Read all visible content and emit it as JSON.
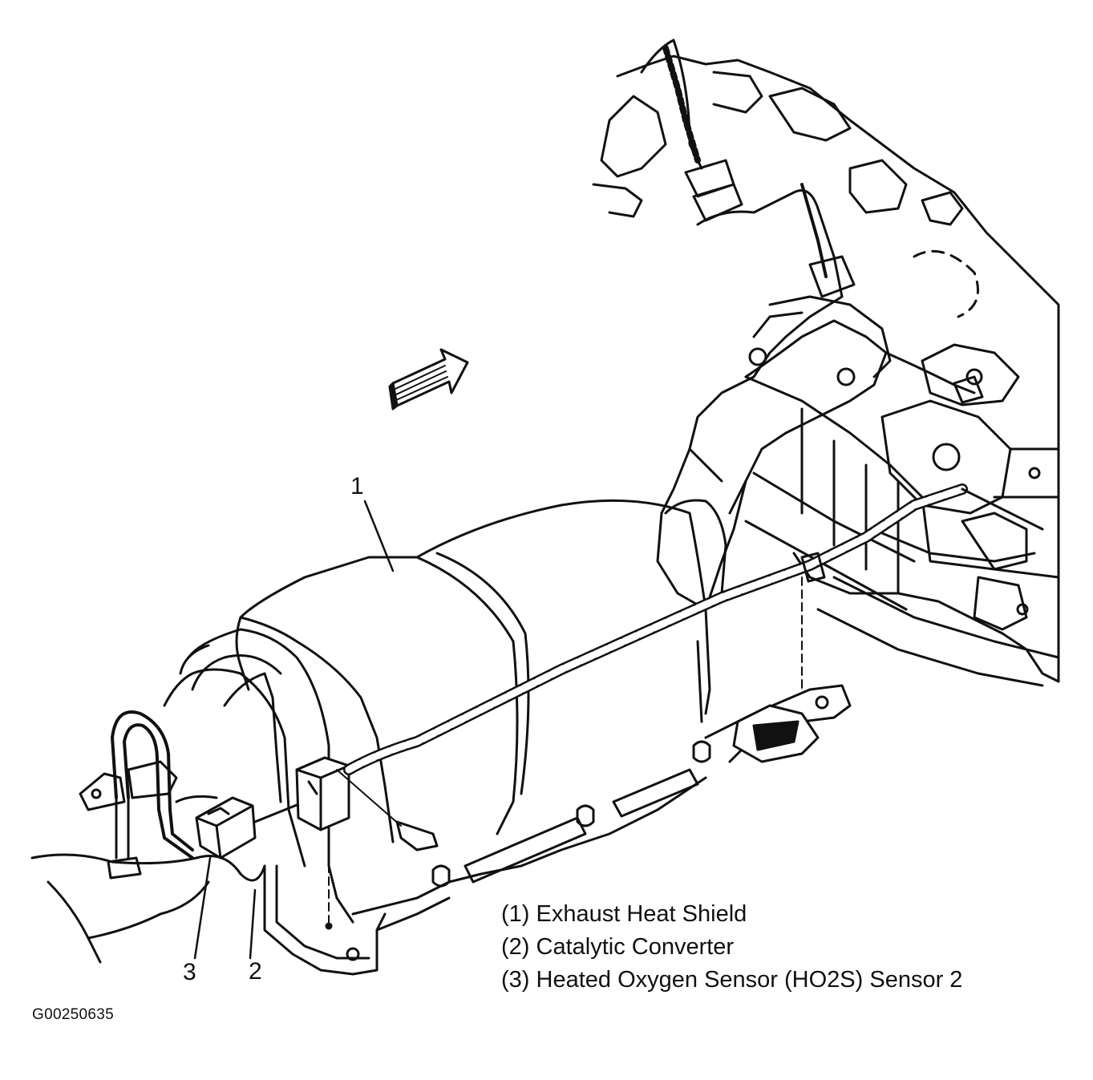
{
  "callouts": {
    "c1": "1",
    "c2": "2",
    "c3": "3"
  },
  "legend": [
    "(1) Exhaust Heat Shield",
    "(2) Catalytic Converter",
    "(3) Heated Oxygen Sensor (HO2S) Sensor 2"
  ],
  "figure_id": "G00250635",
  "icons": {
    "direction": "forward-arrow-icon"
  }
}
